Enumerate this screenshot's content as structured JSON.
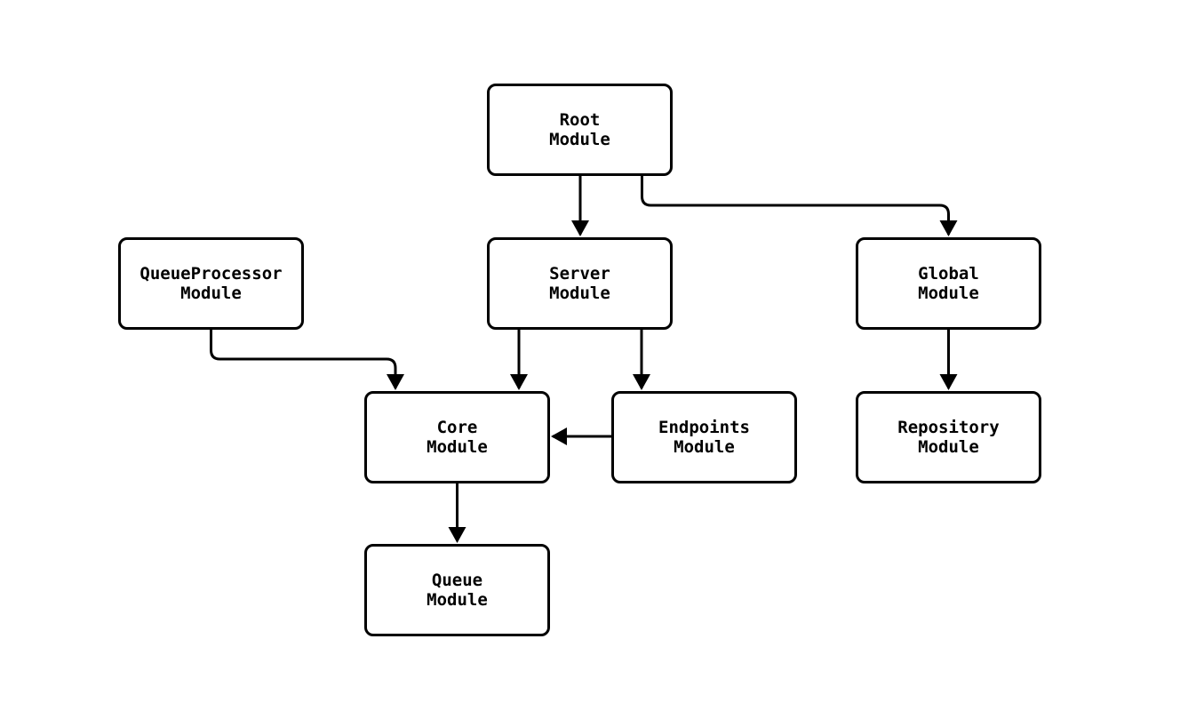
{
  "diagram": {
    "type": "module-dependency-flowchart",
    "colors": {
      "stroke": "#000000",
      "node_fill": "#ffffff",
      "background": "#ffffff",
      "text": "#000000"
    },
    "nodes": {
      "root": {
        "line1": "Root",
        "line2": "Module"
      },
      "queue_processor": {
        "line1": "QueueProcessor",
        "line2": "Module"
      },
      "server": {
        "line1": "Server",
        "line2": "Module"
      },
      "global": {
        "line1": "Global",
        "line2": "Module"
      },
      "core": {
        "line1": "Core",
        "line2": "Module"
      },
      "endpoints": {
        "line1": "Endpoints",
        "line2": "Module"
      },
      "repository": {
        "line1": "Repository",
        "line2": "Module"
      },
      "queue": {
        "line1": "Queue",
        "line2": "Module"
      }
    },
    "edges": [
      {
        "from": "root",
        "to": "server"
      },
      {
        "from": "root",
        "to": "global"
      },
      {
        "from": "queue_processor",
        "to": "core"
      },
      {
        "from": "server",
        "to": "core"
      },
      {
        "from": "server",
        "to": "endpoints"
      },
      {
        "from": "endpoints",
        "to": "core"
      },
      {
        "from": "global",
        "to": "repository"
      },
      {
        "from": "core",
        "to": "queue"
      }
    ]
  }
}
